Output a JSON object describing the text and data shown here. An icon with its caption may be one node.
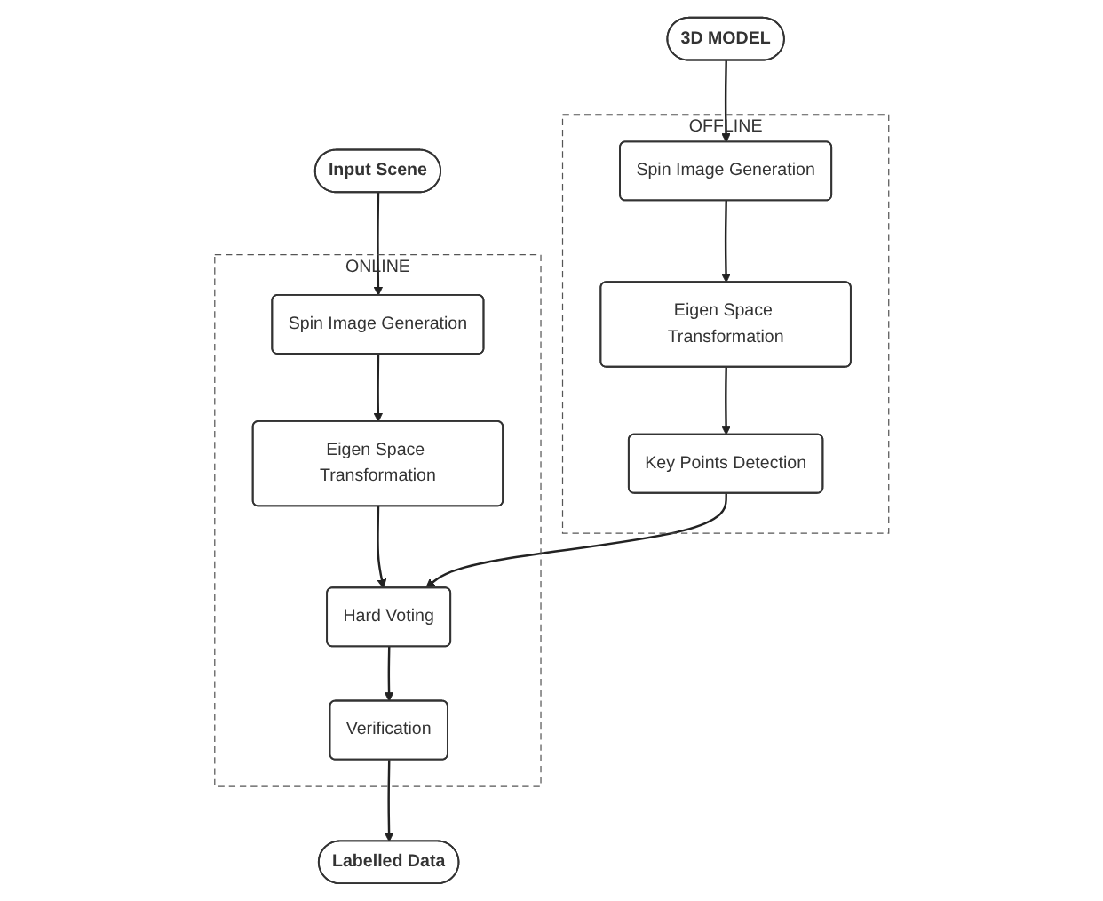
{
  "diagram": {
    "nodes": [
      {
        "text": [
          "3D MODEL"
        ]
      },
      {
        "text": [
          "OFFLINE"
        ]
      },
      {
        "text": [
          "Spin Image Generation"
        ],
        "in": 1
      },
      {
        "text": [
          "Eigen Space Transformation"
        ],
        "in": 1
      },
      {
        "text": [
          "Key Points Detection"
        ],
        "in": 1
      },
      {
        "text": [
          "ONLINE"
        ]
      },
      {
        "text": [
          "Spin Image Generation"
        ],
        "in": 5
      },
      {
        "text": [
          "Eigen Space Transformation"
        ],
        "in": 5
      },
      {
        "text": [
          "Hard Voting"
        ],
        "in": 5
      },
      {
        "text": [
          "Verification"
        ],
        "in": 5
      },
      {
        "text": [
          "Input Scene"
        ]
      },
      {
        "text": [
          "Labelled Data"
        ]
      }
    ],
    "edges": [
      {
        "from": 0,
        "to": 2,
        "arrow": "to"
      },
      {
        "from": 2,
        "to": 3,
        "arrow": "to"
      },
      {
        "from": 3,
        "to": 4,
        "arrow": "to"
      },
      {
        "from": 10,
        "to": 6,
        "arrow": "to"
      },
      {
        "from": 6,
        "to": 7,
        "arrow": "to"
      },
      {
        "from": 7,
        "to": 8,
        "arrow": "to"
      },
      {
        "from": 4,
        "to": 8,
        "arrow": "to"
      },
      {
        "from": 8,
        "to": 9,
        "arrow": "to"
      },
      {
        "from": 9,
        "to": 11,
        "arrow": "to"
      }
    ]
  }
}
